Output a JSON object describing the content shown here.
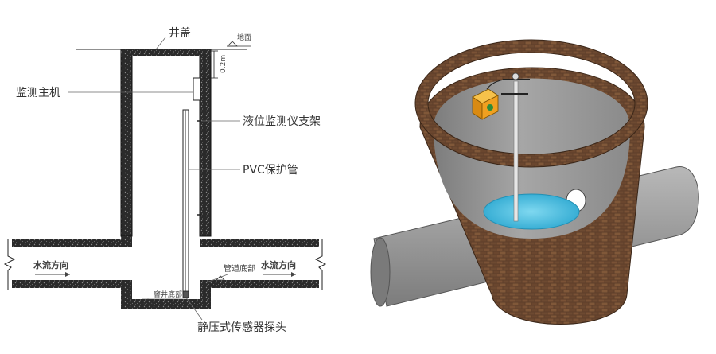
{
  "labels": {
    "well_cover": "井盖",
    "ground": "地面",
    "offset": "0.2m",
    "host": "监测主机",
    "bracket": "液位监测仪支架",
    "pvc_pipe": "PVC保护管",
    "flow_left": "水流方向",
    "flow_right": "水流方向",
    "pipe_bottom": "管道底部",
    "well_bottom": "窨井底部",
    "probe": "静压式传感器探头"
  },
  "colors": {
    "wall_fill": "#1a1a1a",
    "line": "#222222",
    "leader": "#666666",
    "brick": "#6b4a32",
    "brick_dark": "#3f2a1b",
    "concrete": "#8d8d8d",
    "pipe": "#9a9a9a",
    "water": "#3fb6d8",
    "device": "#f0a020"
  }
}
